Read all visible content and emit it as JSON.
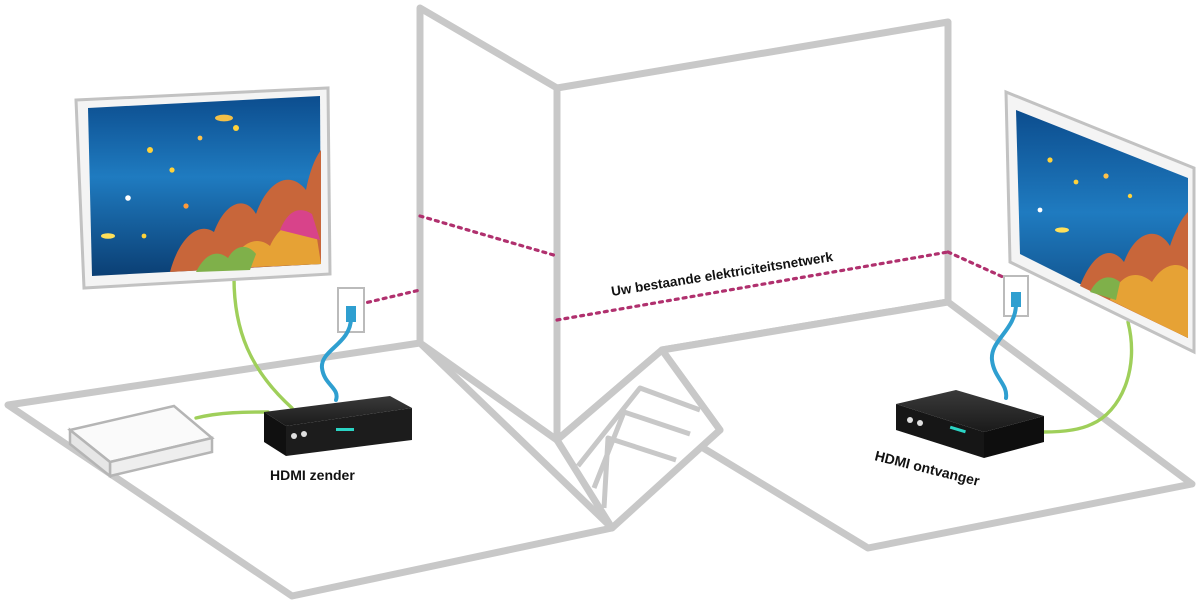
{
  "labels": {
    "sender": "HDMI zender",
    "receiver": "HDMI ontvanger",
    "network": "Uw bestaande elektriciteitsnetwerk"
  },
  "colors": {
    "walls": "#c8c8c8",
    "network_line": "#b0306e",
    "hdmi_cable": "#9fcf5a",
    "ethernet_cable": "#2f9fd0",
    "device_body": "#1c1c1c",
    "device_led": "#2bd4c4"
  },
  "components": [
    {
      "name": "tv-left",
      "kind": "display"
    },
    {
      "name": "tv-right",
      "kind": "display"
    },
    {
      "name": "source-player",
      "kind": "media-player"
    },
    {
      "name": "hdmi-transmitter",
      "kind": "powerline-hdmi-extender"
    },
    {
      "name": "hdmi-receiver",
      "kind": "powerline-hdmi-extender"
    },
    {
      "name": "wall-outlet-left",
      "kind": "power-socket"
    },
    {
      "name": "wall-outlet-right",
      "kind": "power-socket"
    }
  ]
}
